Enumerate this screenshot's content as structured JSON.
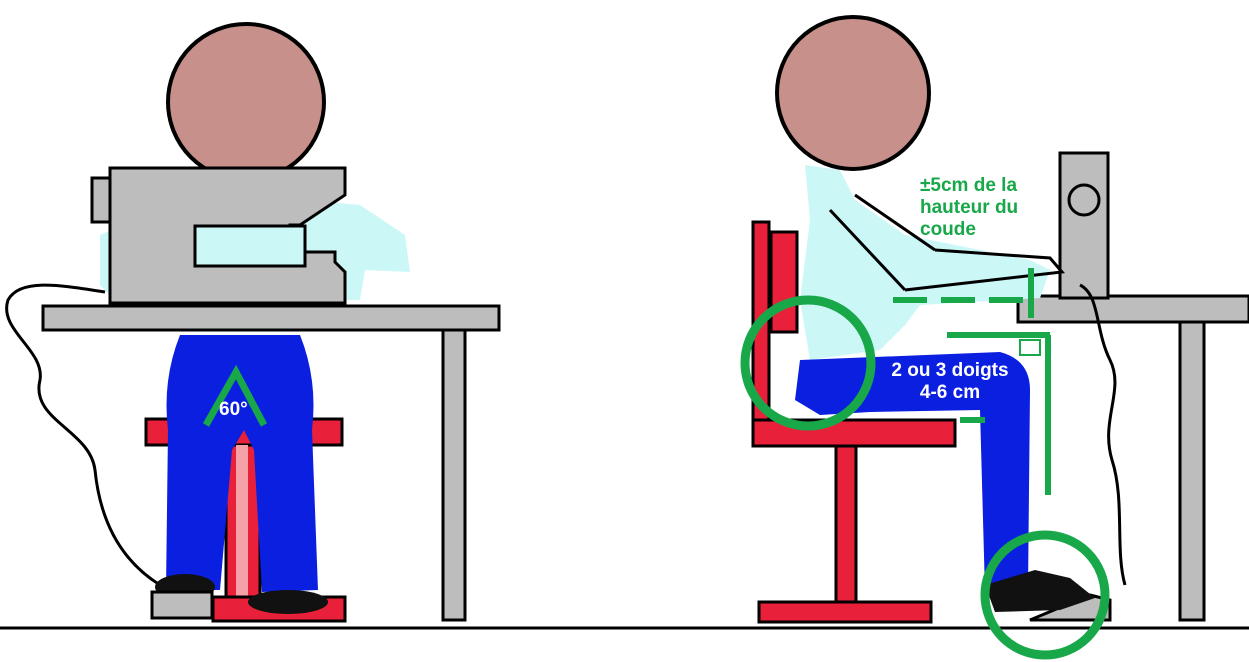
{
  "labels": {
    "angle": "60°",
    "elbow_height": [
      "±5cm de la",
      "hauteur du",
      "coude"
    ],
    "thigh_clearance": [
      "2 ou 3 doigts",
      "4-6 cm"
    ]
  },
  "colors": {
    "skin": "#c8908a",
    "shirt": "#ccf7f7",
    "pants": "#0a1fe0",
    "chair": "#e8203a",
    "furniture": "#bdbdbd",
    "outline": "#000000",
    "guide": "#18a84a",
    "white_text": "#ffffff"
  }
}
